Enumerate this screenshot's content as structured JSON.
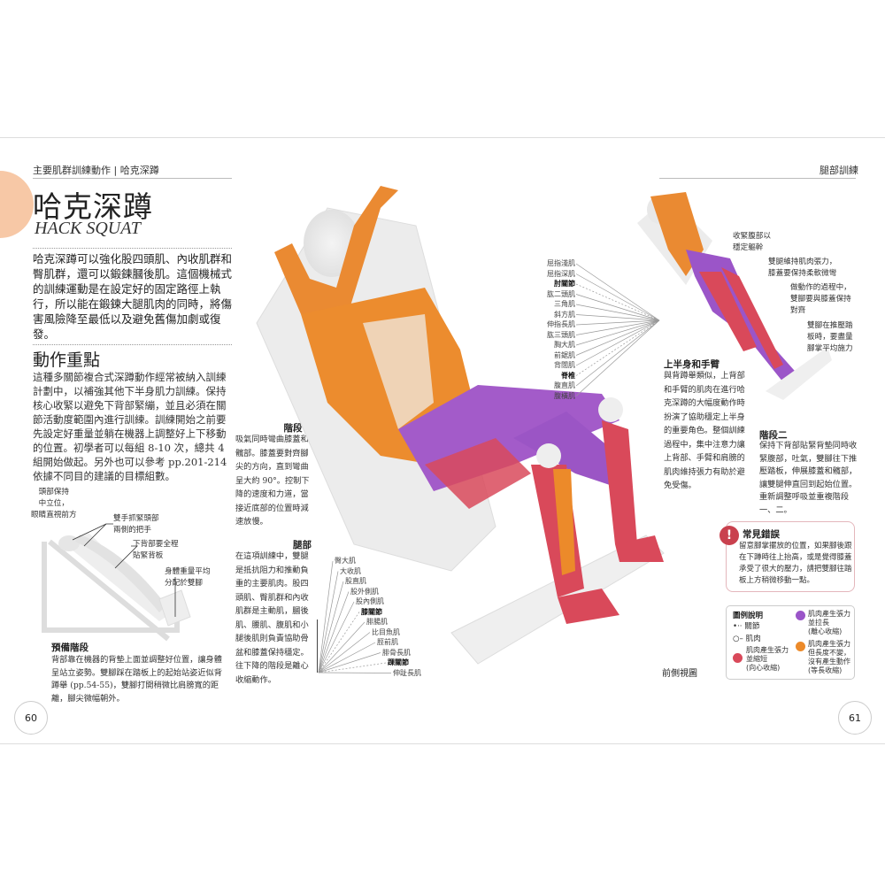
{
  "left_page": {
    "header": "主要肌群訓練動作 | 哈克深蹲",
    "title": "哈克深蹲",
    "subtitle": "HACK SQUAT",
    "intro": "哈克深蹲可以強化股四頭肌、內收肌群和臀肌群，還可以鍛鍊膕後肌。這個機械式的訓練運動是在設定好的固定路徑上執行，所以能在鍛鍊大腿肌肉的同時，將傷害風險降至最低以及避免舊傷加劇或復發。",
    "key_points_heading": "動作重點",
    "key_points": "這種多關節複合式深蹲動作經常被納入訓練計劃中，以補強其他下半身肌力訓練。保持核心收緊以避免下背部緊繃，並且必須在關節活動度範圍內進行訓練。訓練開始之前要先設定好重量並躺在機器上調整好上下移動的位置。初學者可以每組 8-10 次，總共 4 組開始做起。另外也可以參考 pp.201-214 依據不同目的建議的目標組數。",
    "prep_notes": [
      "頭部保持\n中立位，\n眼睛直視前方",
      "雙手抓緊頭部\n兩側的把手",
      "下背部要全程\n貼緊背板",
      "身體重量平均\n分配於雙腳"
    ],
    "prep_heading": "預備階段",
    "prep_text": "背部靠在機器的背墊上面並調整好位置，讓身體呈站立姿勢。雙腳踩在踏板上的起始站姿近似背蹲舉 (pp.54-55)，雙腳打開稍微比肩膀寬的距離，腳尖微幅朝外。",
    "stage1_heading": "階段一",
    "stage1_text": "吸氣同時彎曲膝蓋和髖部。膝蓋要對齊腳尖的方向，直到彎曲呈大約 90°。控制下降的速度和力道，當接近底部的位置時減速放慢。",
    "legs_heading": "腿部",
    "legs_text": "在這項訓練中，雙腿是抵抗阻力和推動負重的主要肌肉。股四頭肌、臀肌群和內收肌群是主動肌，膕後肌、腰肌、腹肌和小腿後肌則負責協助骨盆和膝蓋保持穩定。往下降的階段是離心收縮動作。",
    "page_number": "60"
  },
  "figure": {
    "upper_labels": [
      {
        "text": "屈指淺肌",
        "joint": false
      },
      {
        "text": "屈指深肌",
        "joint": false
      },
      {
        "text": "肘關節",
        "joint": true
      },
      {
        "text": "肱二頭肌",
        "joint": false
      },
      {
        "text": "三角肌",
        "joint": false
      },
      {
        "text": "斜方肌",
        "joint": false
      },
      {
        "text": "伸指長肌",
        "joint": false
      },
      {
        "text": "肱三頭肌",
        "joint": false
      },
      {
        "text": "胸大肌",
        "joint": false
      },
      {
        "text": "前鋸肌",
        "joint": false
      },
      {
        "text": "背闊肌",
        "joint": false
      },
      {
        "text": "脊椎",
        "joint": true
      },
      {
        "text": "腹直肌",
        "joint": false
      },
      {
        "text": "腹橫肌",
        "joint": false
      }
    ],
    "lower_labels": [
      {
        "text": "臀大肌",
        "joint": false
      },
      {
        "text": "大收肌",
        "joint": false
      },
      {
        "text": "股直肌",
        "joint": false
      },
      {
        "text": "股外側肌",
        "joint": false
      },
      {
        "text": "股內側肌",
        "joint": false
      },
      {
        "text": "膝關節",
        "joint": true
      },
      {
        "text": "腓腸肌",
        "joint": false
      },
      {
        "text": "比目魚肌",
        "joint": false
      },
      {
        "text": "脛前肌",
        "joint": false
      },
      {
        "text": "腓骨長肌",
        "joint": false
      },
      {
        "text": "踝關節",
        "joint": true
      },
      {
        "text": "伸趾長肌",
        "joint": false
      }
    ],
    "view_caption": "前側視圖"
  },
  "right_page": {
    "header": "腿部訓練",
    "side_notes": [
      "收緊腹部以\n穩定軀幹",
      "雙腿維持肌肉張力，\n膝蓋要保持柔軟微彎",
      "做動作的過程中，\n雙腳要與膝蓋保持\n對齊",
      "雙腳在推壓踏\n板時，要盡量\n腳掌平均施力"
    ],
    "upper_heading": "上半身和手臂",
    "upper_text": "與背蹲舉類似，上背部和手臂的肌肉在進行哈克深蹲的大幅度動作時扮演了協助穩定上半身的重要角色。整個訓練過程中，集中注意力讓上背部、手臂和肩膀的肌肉維持張力有助於避免受傷。",
    "stage2_heading": "階段二",
    "stage2_text": "保持下背部貼緊背墊同時收緊腹部，吐氣，雙腳往下推壓踏板，伸展膝蓋和髖部，讓雙腿伸直回到起始位置。重新調整呼吸並重複階段一、二。",
    "warning": {
      "icon": "exclamation-icon",
      "heading": "常見錯誤",
      "text": "留意腳掌擺放的位置，如果腳後跟在下蹲時往上抬高，或是覺得膝蓋承受了很大的壓力，請把雙腳往踏板上方稍微移動一點。"
    },
    "legend": {
      "heading": "圖例說明",
      "joint": "關節",
      "muscle": "肌肉",
      "concentric": "肌肉產生張力\n並縮短\n(向心收縮)",
      "eccentric": "肌肉產生張力\n並拉長\n(離心收縮)",
      "isometric": "肌肉產生張力\n但長度不變，\n沒有產生動作\n(等長收縮)"
    },
    "page_number": "61"
  },
  "colors": {
    "accent": "#f0a36b",
    "concentric": "#d9495a",
    "eccentric": "#9a55c8",
    "isometric": "#ec8a2a",
    "warning": "#c9414e"
  }
}
